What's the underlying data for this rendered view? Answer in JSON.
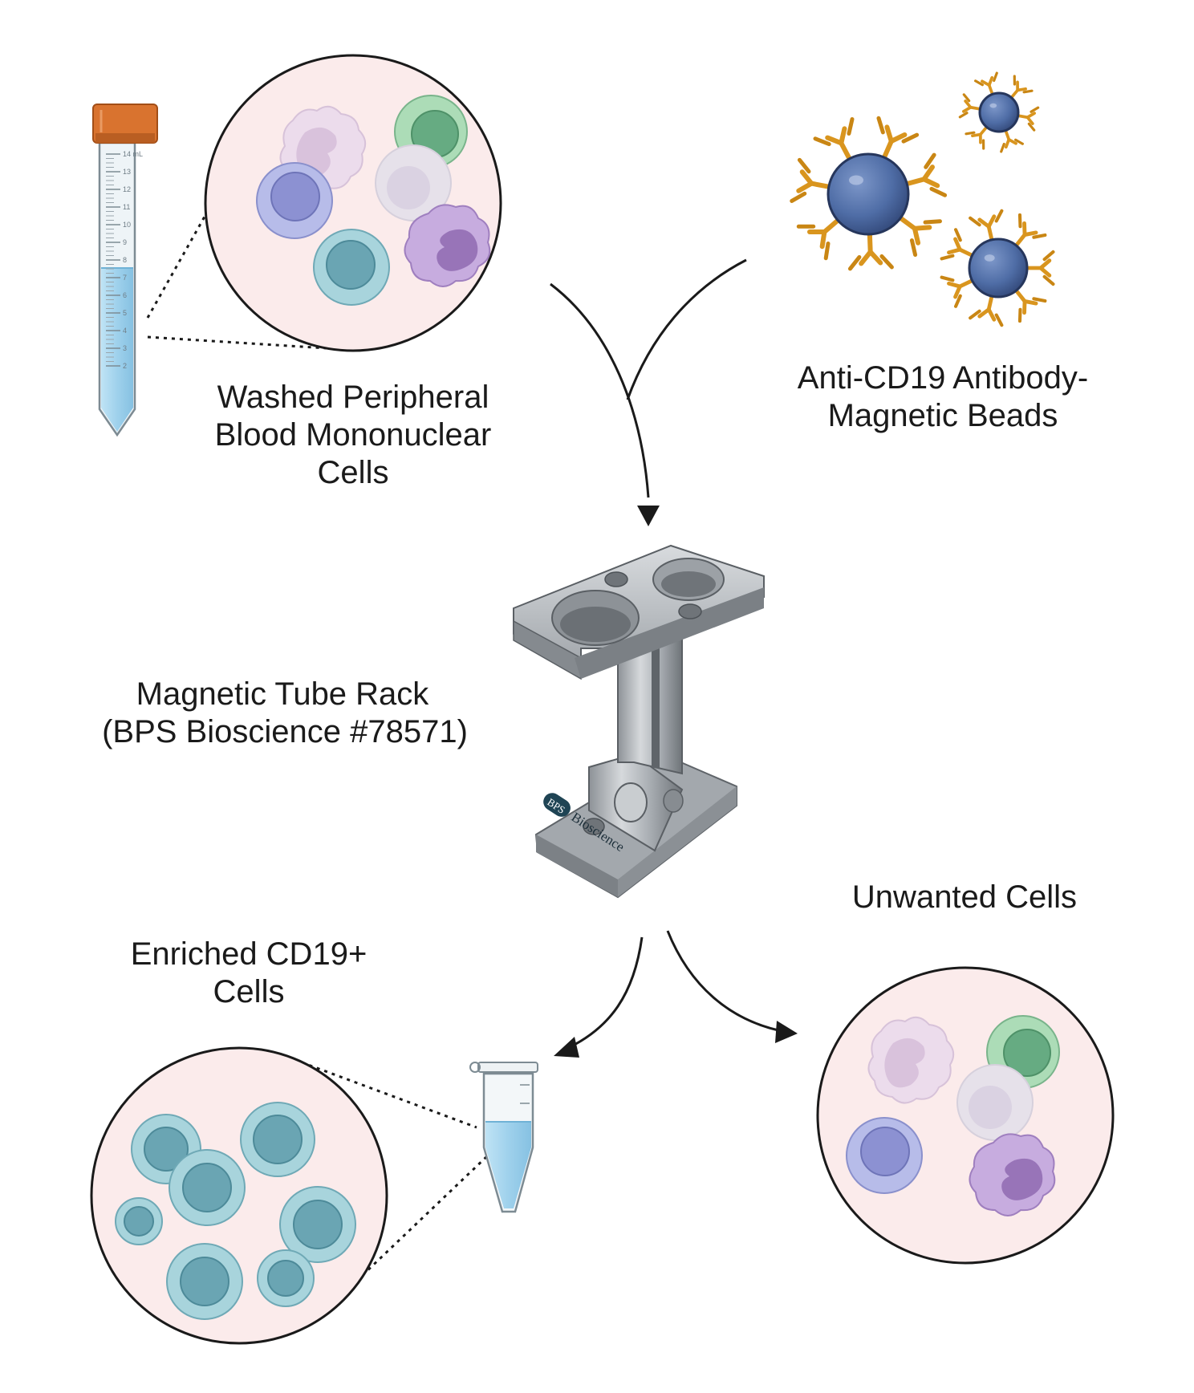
{
  "labels": {
    "pbmc": [
      "Washed Peripheral",
      "Blood Mononuclear",
      "Cells"
    ],
    "beads": [
      "Anti-CD19 Antibody-",
      "Magnetic Beads"
    ],
    "rack": [
      "Magnetic Tube Rack",
      "(BPS Bioscience #78571)"
    ],
    "enriched": [
      "Enriched CD19+",
      "Cells"
    ],
    "unwanted": [
      "Unwanted Cells"
    ]
  },
  "tube": {
    "graduations": [
      "14 mL",
      "13",
      "12",
      "11",
      "10",
      "9",
      "8",
      "7",
      "6",
      "5",
      "4",
      "3",
      "2"
    ]
  },
  "rack_brand": {
    "logo": "BPS",
    "name": "Bioscience"
  },
  "colors": {
    "circle_fill": "#fbebeb",
    "cap_orange": "#d9732f",
    "tube_liquid": "#a8d6ee",
    "bead_blue": "#4f6da6",
    "antibody_gold": "#d9951e",
    "b_cell_teal": "#8cc4d0",
    "green_cell": "#8ec9a0",
    "lavender_cell": "#9da2dc",
    "purple_cell": "#c5a9de",
    "metal": "#b8bcc0",
    "arrow": "#1a1a1a"
  }
}
